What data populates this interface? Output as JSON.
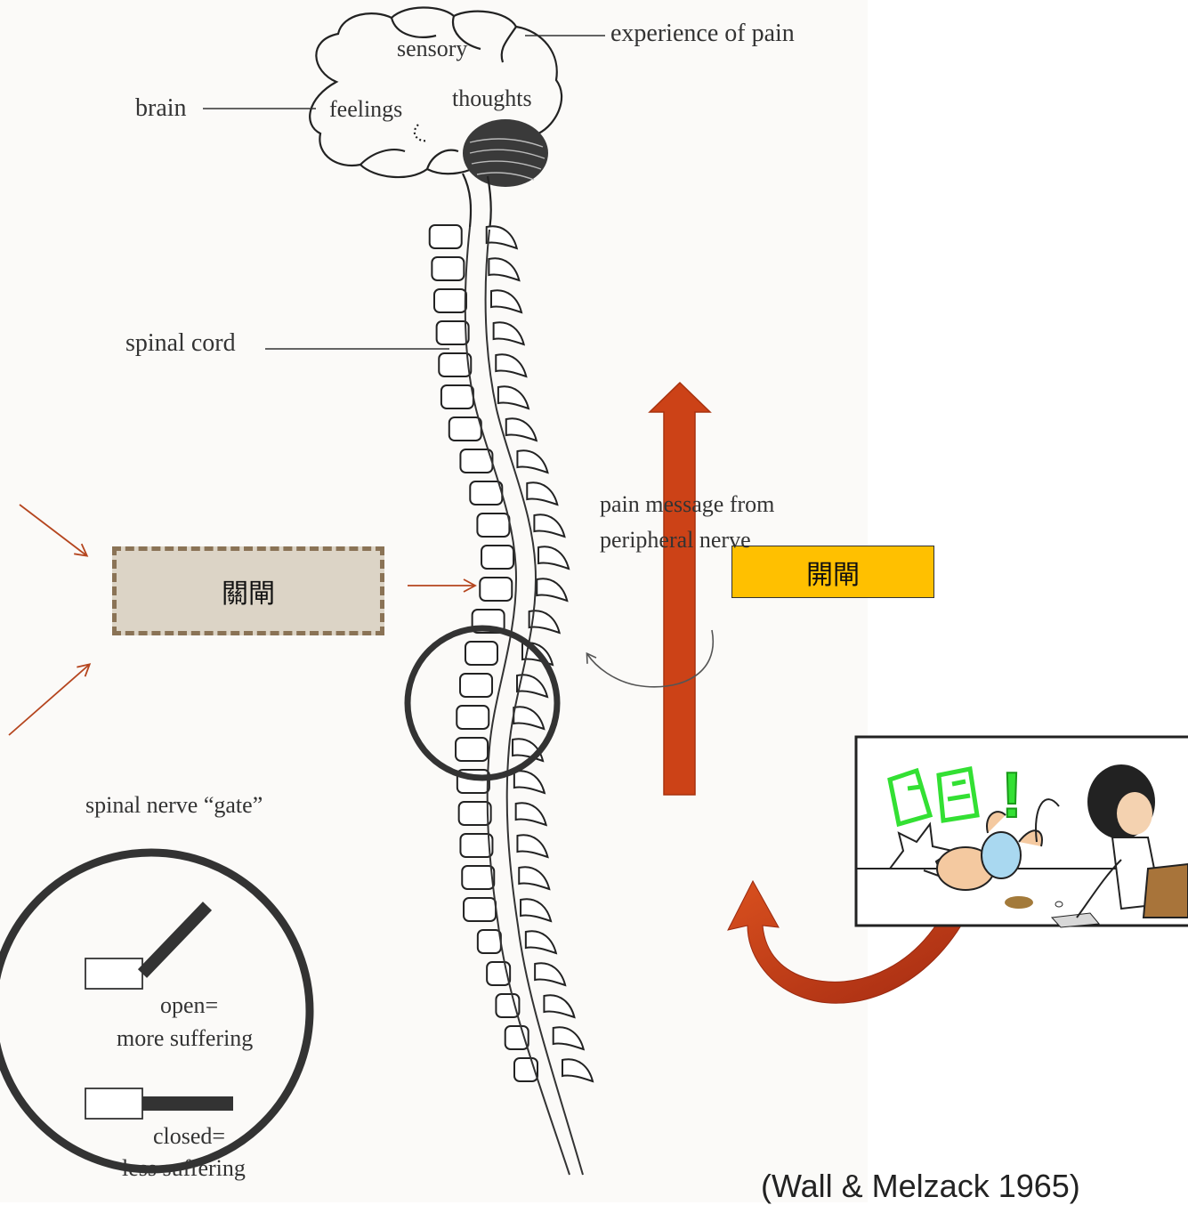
{
  "diagram": {
    "brain_labels": {
      "sensory": "sensory",
      "feelings": "feelings",
      "thoughts": "thoughts",
      "brain": "brain",
      "experience_of_pain": "experience of pain"
    },
    "spinal_cord_label": "spinal cord",
    "gate_closed_box": "關閘",
    "gate_open_box": "開閘",
    "pain_message": {
      "line1": "pain message from",
      "line2": "peripheral nerve"
    },
    "gate_legend": {
      "title": "spinal nerve “gate”",
      "open_line1": "open=",
      "open_line2": "more suffering",
      "closed_line1": "closed=",
      "closed_line2": "less suffering"
    },
    "comic_sfx": "!",
    "citation": "(Wall & Melzack 1965)",
    "colors": {
      "arrow_red": "#cc4217",
      "thin_arrow": "#b5451e",
      "gate_box_fill": "#dcd4c6",
      "gate_box_border": "#8a7356",
      "open_box_fill": "#ffc000",
      "comic_green": "#33e033"
    }
  }
}
